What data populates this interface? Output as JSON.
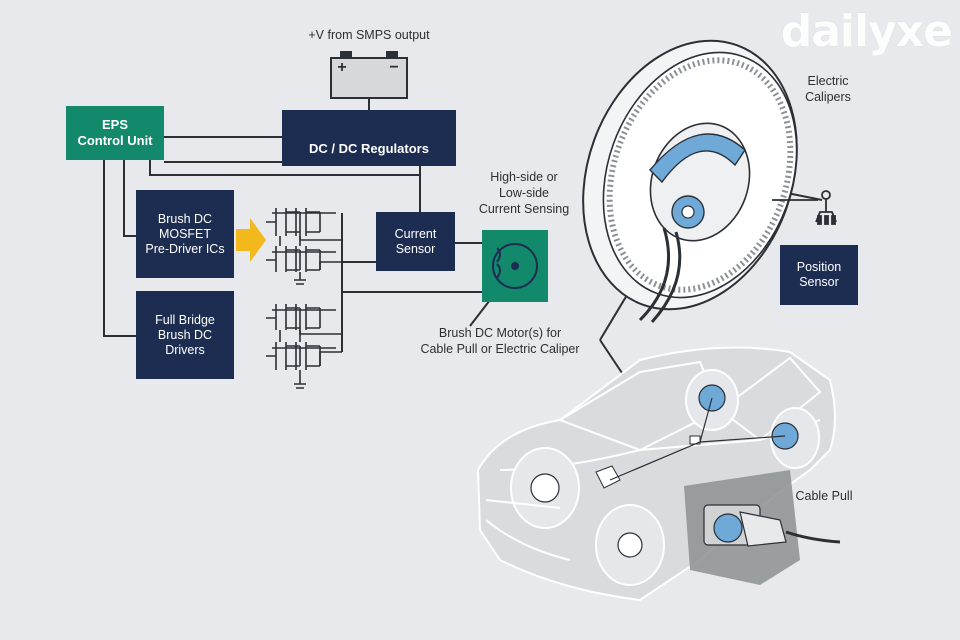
{
  "logo": {
    "text": "dailyxe"
  },
  "labels": {
    "smps": "+V from SMPS output",
    "current_sensing": "High-side or\nLow-side\nCurrent Sensing",
    "electric_calipers": "Electric\nCalipers",
    "brush_dc_motor": "Brush DC Motor(s) for\nCable Pull or Electric Caliper",
    "cable_pull": "Cable Pull"
  },
  "boxes": {
    "eps": "EPS\nControl Unit",
    "dcdc": "DC / DC Regulators",
    "predriver": "Brush DC\nMOSFET\nPre-Driver ICs",
    "fullbridge": "Full Bridge\nBrush DC\nDrivers",
    "current_sensor": "Current\nSensor",
    "position_sensor": "Position\nSensor"
  },
  "battery": {
    "plus": "+",
    "minus": "−"
  },
  "colors": {
    "navy": "#1d2d52",
    "green": "#11896a",
    "accent_yellow": "#f2b81c",
    "motor_blue": "#6ea9d8",
    "line": "#2b2f36"
  },
  "icons": {
    "battery": "battery-icon",
    "arrow": "arrow-right-icon",
    "motor": "motor-icon",
    "position_sensor": "position-sensor-icon"
  }
}
